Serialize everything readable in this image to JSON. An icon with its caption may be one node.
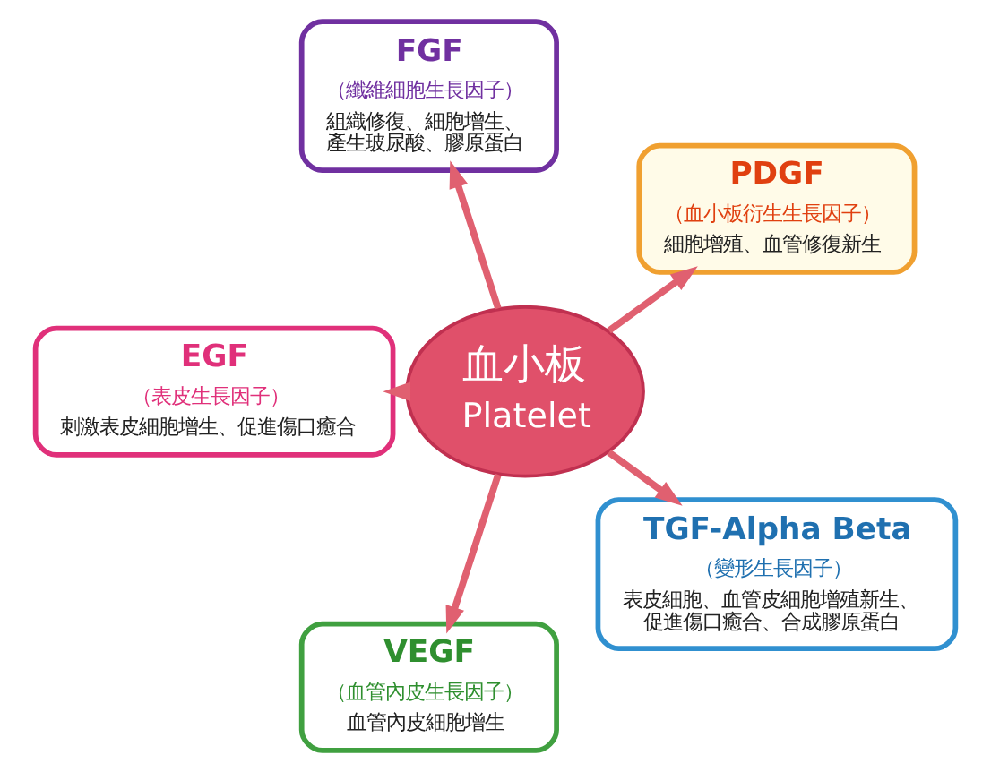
{
  "diagram": {
    "nodes": [
      {
        "text": [
          "血小板",
          "Platelet"
        ]
      },
      {
        "text": [
          "PDGF",
          "（血小板衍生生長因子）",
          "細胞增殖、血管修復新生"
        ]
      },
      {
        "text": [
          "FGF",
          "（纖維細胞生長因子）",
          "組織修復、細胞增生、產生玻尿酸、膠原蛋白"
        ]
      },
      {
        "text": [
          "EGF",
          "（表皮生長因子）",
          "刺激表皮細胞增生、促進傷口癒合"
        ]
      },
      {
        "text": [
          "VEGF",
          "（血管內皮生長因子）",
          "血管內皮細胞增生"
        ]
      },
      {
        "text": [
          "TGF-Alpha Beta",
          "（變形生長因子）",
          "表皮細胞、血管皮細胞增殖新生、促進傷口癒合、合成膠原蛋白"
        ]
      }
    ],
    "edges": [
      {
        "from": 0,
        "to": 1,
        "arrow": "to"
      },
      {
        "from": 0,
        "to": 2,
        "arrow": "to"
      },
      {
        "from": 0,
        "to": 3,
        "arrow": "to"
      },
      {
        "from": 0,
        "to": 4,
        "arrow": "to"
      },
      {
        "from": 0,
        "to": 5,
        "arrow": "to"
      }
    ]
  }
}
